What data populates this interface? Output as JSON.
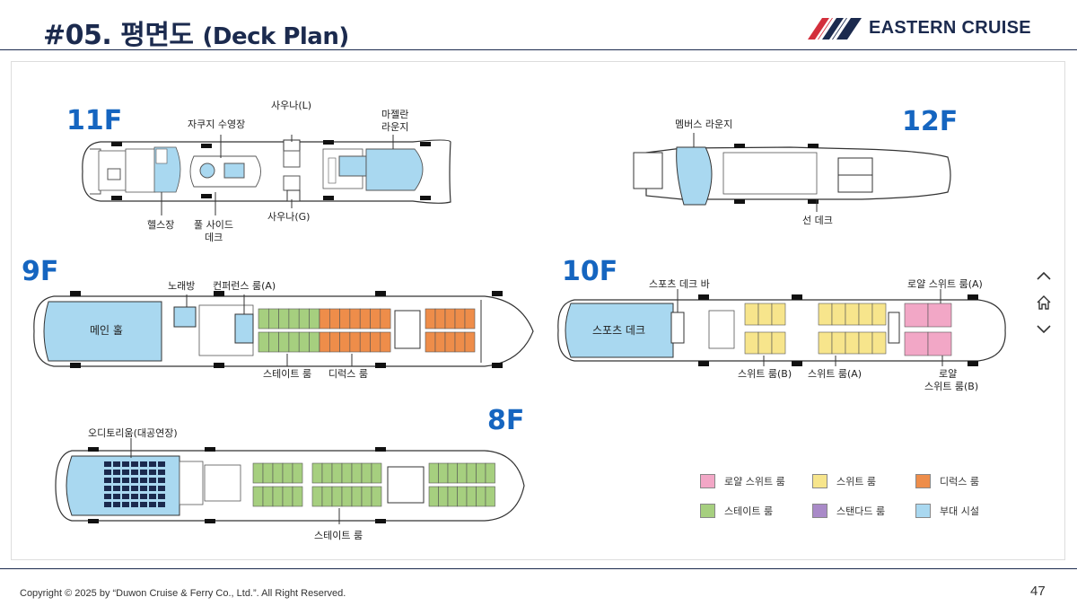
{
  "header": {
    "title": "#05. 평면도",
    "title_en": "(Deck Plan)",
    "brand": "EASTERN CRUISE"
  },
  "decks": {
    "f11": {
      "label": "11F",
      "labels": {
        "sauna_l": "사우나(L)",
        "jacuzzi_pool": "자쿠지 수영장",
        "magellan_1": "마젤란",
        "magellan_2": "라운지",
        "gym": "헬스장",
        "poolside_1": "풀 사이드",
        "poolside_2": "데크",
        "sauna_g": "사우나(G)"
      }
    },
    "f12": {
      "label": "12F",
      "labels": {
        "members_lounge": "멤버스 라운지",
        "sun_deck": "선 데크"
      }
    },
    "f9": {
      "label": "9F",
      "labels": {
        "karaoke": "노래방",
        "conference": "컨퍼런스 룸(A)",
        "main_hall": "메인 홀",
        "stateroom": "스테이트 룸",
        "deluxe": "디럭스 룸"
      }
    },
    "f10": {
      "label": "10F",
      "labels": {
        "sports_bar": "스포츠 데크 바",
        "sports_deck": "스포츠 데크",
        "royal_a": "로얄 스위트 룸(A)",
        "suite_b": "스위트 룸(B)",
        "suite_a": "스위트 룸(A)",
        "royal_b_1": "로얄",
        "royal_b_2": "스위트 룸(B)"
      }
    },
    "f8": {
      "label": "8F",
      "labels": {
        "auditorium": "오디토리움(대공연장)",
        "stateroom": "스테이트 룸"
      }
    }
  },
  "legend": [
    {
      "label": "로얄 스위트 룸",
      "color": "#f2a7c6"
    },
    {
      "label": "스위트 룸",
      "color": "#f7e58c"
    },
    {
      "label": "디럭스 룸",
      "color": "#ee8d4a"
    },
    {
      "label": "스테이트 룸",
      "color": "#a6cf7f"
    },
    {
      "label": "스탠다드 룸",
      "color": "#a98ac8"
    },
    {
      "label": "부대 시설",
      "color": "#a9d8f0"
    }
  ],
  "nav": {
    "up_icon": "chevron-up-icon",
    "home_icon": "home-icon",
    "down_icon": "chevron-down-icon"
  },
  "footer": {
    "copyright": "Copyright © 2025 by “Duwon Cruise & Ferry Co., Ltd.”. All Right Reserved.",
    "page_number": "47"
  }
}
